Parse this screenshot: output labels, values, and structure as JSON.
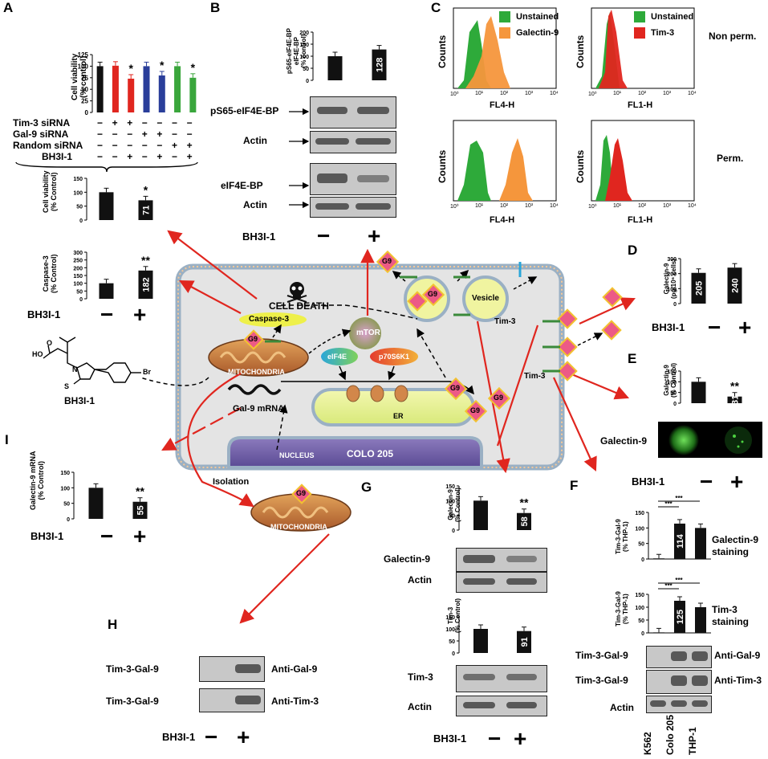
{
  "panels": {
    "A": {
      "letter": "A",
      "viability_ylabel": "Cell viability\n(% control)",
      "yticks_top": [
        "0",
        "25",
        "50",
        "75",
        "100",
        "125"
      ],
      "rows": [
        "Tim-3 siRNA",
        "Gal-9 siRNA",
        "Random siRNA",
        "BH3I-1"
      ],
      "row_signs": [
        [
          "-",
          "+",
          "+",
          "-",
          "-",
          "-",
          "-"
        ],
        [
          "-",
          "-",
          "-",
          "+",
          "+",
          "-",
          "-"
        ],
        [
          "-",
          "-",
          "-",
          "-",
          "-",
          "+",
          "+"
        ],
        [
          "-",
          "-",
          "+",
          "-",
          "+",
          "-",
          "+"
        ]
      ],
      "sub1_ylabel": "Cell viability\n(% Control)",
      "sub1_yticks": [
        "0",
        "50",
        "100",
        "150"
      ],
      "sub1_value": "71",
      "sub2_ylabel": "Caspase-3\n(% Control)",
      "sub2_yticks": [
        "0",
        "50",
        "100",
        "150",
        "200",
        "250",
        "300"
      ],
      "sub2_value": "182",
      "bh3i_label": "BH3I-1",
      "minus": "−",
      "plus": "+"
    },
    "B": {
      "letter": "B",
      "ylabel": "pS65-eIF4E-BP\neIF4E-BP\n(% control)",
      "yticks": [
        "0",
        "50",
        "100",
        "150",
        "200"
      ],
      "value": "128",
      "blots": [
        "pS65-eIF4E-BP",
        "Actin",
        "eIF4E-BP",
        "Actin"
      ],
      "bh3i_label": "BH3I-1"
    },
    "C": {
      "letter": "C",
      "legend": [
        "Unstained",
        "Galectin-9",
        "Unstained",
        "Tim-3"
      ],
      "ylabel": "Counts",
      "xlabels": [
        "FL4-H",
        "FL1-H",
        "FL4-H",
        "FL1-H"
      ],
      "xticks": [
        "10⁰",
        "10¹",
        "10²",
        "10³",
        "10⁴"
      ],
      "row_labels": [
        "Non perm.",
        "Perm."
      ]
    },
    "D": {
      "letter": "D",
      "ylabel": "Galectin-9\n(pg/10⁶ cells)",
      "yticks": [
        "0",
        "100",
        "200",
        "300"
      ],
      "values": [
        "205",
        "240"
      ],
      "bh3i_label": "BH3I-1"
    },
    "E": {
      "letter": "E",
      "ylabel": "Galectin-9\n(% Control)",
      "yticks": [
        "0",
        "50",
        "100",
        "150"
      ],
      "value": "31",
      "img_label": "Galectin-9",
      "bh3i_label": "BH3I-1"
    },
    "F": {
      "letter": "F",
      "ylabel": "Tim-3-Gal-9\n(% THP-1)",
      "yticks": [
        "0",
        "50",
        "100",
        "150"
      ],
      "chart1_value": "114",
      "chart1_label": "Galectin-9\nstaining",
      "chart2_value": "125",
      "chart2_label": "Tim-3\nstaining",
      "sig": "***",
      "blots_left": [
        "Tim-3-Gal-9",
        "Tim-3-Gal-9",
        "Actin"
      ],
      "blots_right": [
        "Anti-Gal-9",
        "Anti-Tim-3"
      ],
      "xcats": [
        "K562",
        "Colo 205",
        "THP-1"
      ]
    },
    "G": {
      "letter": "G",
      "ylabel1": "Galectin-9\n(% Control)",
      "yticks": [
        "0",
        "50",
        "100",
        "150"
      ],
      "value1": "58",
      "blots1": [
        "Galectin-9",
        "Actin"
      ],
      "ylabel2": "Tim-3\n(% Control)",
      "value2": "91",
      "blots2": [
        "Tim-3",
        "Actin"
      ],
      "bh3i_label": "BH3I-1"
    },
    "H": {
      "letter": "H",
      "blots_left": [
        "Tim-3-Gal-9",
        "Tim-3-Gal-9"
      ],
      "blots_right": [
        "Anti-Gal-9",
        "Anti-Tim-3"
      ],
      "bh3i_label": "BH3I-1"
    },
    "I": {
      "letter": "I",
      "ylabel": "Galectin-9 mRNA\n(% Control)",
      "yticks": [
        "0",
        "50",
        "100",
        "150"
      ],
      "value": "55",
      "bh3i_label": "BH3I-1"
    }
  },
  "diagram": {
    "cell_name": "COLO 205",
    "nucleus": "NUCLEUS",
    "er": "ER",
    "mitochondria": "MITOCHONDRIA",
    "cell_death": "CELL DEATH",
    "caspase3": "Caspase-3",
    "mtor": "mTOR",
    "eif4e": "eIF4E",
    "p70": "p70S6K1",
    "vesicle": "Vesicle",
    "tim3": "Tim-3",
    "g9": "G9",
    "gal9_mrna": "Gal-9 mRNA",
    "isolation": "Isolation",
    "compound": "BH3I-1",
    "chem": {
      "ho": "HO",
      "o": "O",
      "n": "N",
      "s": "S",
      "br": "Br"
    }
  },
  "colors": {
    "red": "#e0261f",
    "bar_red": "#e0261f",
    "bar_blue": "#2a3e9a",
    "bar_green": "#3aa63c",
    "orange": "#f5963c",
    "green": "#2eaa3a"
  },
  "chart_data": [
    {
      "type": "bar",
      "categories": [
        "1",
        "2",
        "3",
        "4",
        "5",
        "6",
        "7"
      ],
      "values": [
        100,
        101,
        73,
        100,
        80,
        100,
        75
      ],
      "ylabel": "Cell viability (% control)",
      "ylim": [
        0,
        125
      ]
    },
    {
      "type": "bar",
      "categories": [
        "-",
        "+"
      ],
      "values": [
        100,
        71
      ],
      "ylabel": "Cell viability (% Control)",
      "ylim": [
        0,
        150
      ]
    },
    {
      "type": "bar",
      "categories": [
        "-",
        "+"
      ],
      "values": [
        100,
        182
      ],
      "ylabel": "Caspase-3 (% Control)",
      "ylim": [
        0,
        300
      ]
    },
    {
      "type": "bar",
      "categories": [
        "-",
        "+"
      ],
      "values": [
        100,
        128
      ],
      "ylim": [
        0,
        200
      ]
    },
    {
      "type": "bar",
      "categories": [
        "-",
        "+"
      ],
      "values": [
        205,
        240
      ],
      "ylabel": "Galectin-9 (pg/10⁶ cells)",
      "ylim": [
        0,
        300
      ]
    },
    {
      "type": "bar",
      "categories": [
        "-",
        "+"
      ],
      "values": [
        100,
        31
      ],
      "ylabel": "Galectin-9 (% Control)",
      "ylim": [
        0,
        150
      ]
    },
    {
      "type": "bar",
      "categories": [
        "-",
        "+"
      ],
      "values": [
        100,
        55
      ],
      "ylabel": "Galectin-9 mRNA (% Control)",
      "ylim": [
        0,
        150
      ]
    },
    {
      "type": "bar",
      "categories": [
        "-",
        "+"
      ],
      "values": [
        100,
        58
      ],
      "ylabel": "Galectin-9 (% Control)",
      "ylim": [
        0,
        150
      ]
    },
    {
      "type": "bar",
      "categories": [
        "-",
        "+"
      ],
      "values": [
        100,
        91
      ],
      "ylabel": "Tim-3 (% Control)",
      "ylim": [
        0,
        150
      ]
    },
    {
      "type": "bar",
      "categories": [
        "K562",
        "Colo 205",
        "THP-1"
      ],
      "values": [
        2,
        114,
        100
      ],
      "ylabel": "Tim-3-Gal-9 (% THP-1)",
      "ylim": [
        0,
        150
      ]
    },
    {
      "type": "bar",
      "categories": [
        "K562",
        "Colo 205",
        "THP-1"
      ],
      "values": [
        2,
        125,
        100
      ],
      "ylabel": "Tim-3-Gal-9 (% THP-1)",
      "ylim": [
        0,
        150
      ]
    }
  ]
}
